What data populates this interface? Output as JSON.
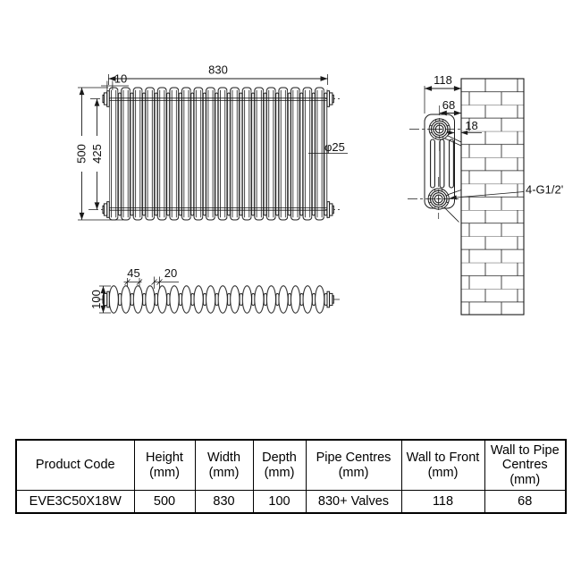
{
  "drawing": {
    "front_view": {
      "width": "830",
      "top_offset": "10",
      "height": "500",
      "pipe_centres": "425",
      "column_diameter": "φ25"
    },
    "plan_view": {
      "section_pitch": "45",
      "column_gap": "20",
      "depth": "100"
    },
    "side_view": {
      "wall_to_front": "118",
      "wall_to_pipe_centres": "68",
      "wall_gap": "18",
      "connections": "4-G1/2'"
    },
    "colors": {
      "line": "#1a1a1a",
      "background": "#ffffff"
    }
  },
  "table": {
    "headers": [
      "Product Code",
      "Height\n(mm)",
      "Width\n(mm)",
      "Depth\n(mm)",
      "Pipe Centres\n(mm)",
      "Wall to Front\n(mm)",
      "Wall to Pipe\nCentres\n(mm)"
    ],
    "row": [
      "EVE3C50X18W",
      "500",
      "830",
      "100",
      "830+ Valves",
      "118",
      "68"
    ]
  }
}
